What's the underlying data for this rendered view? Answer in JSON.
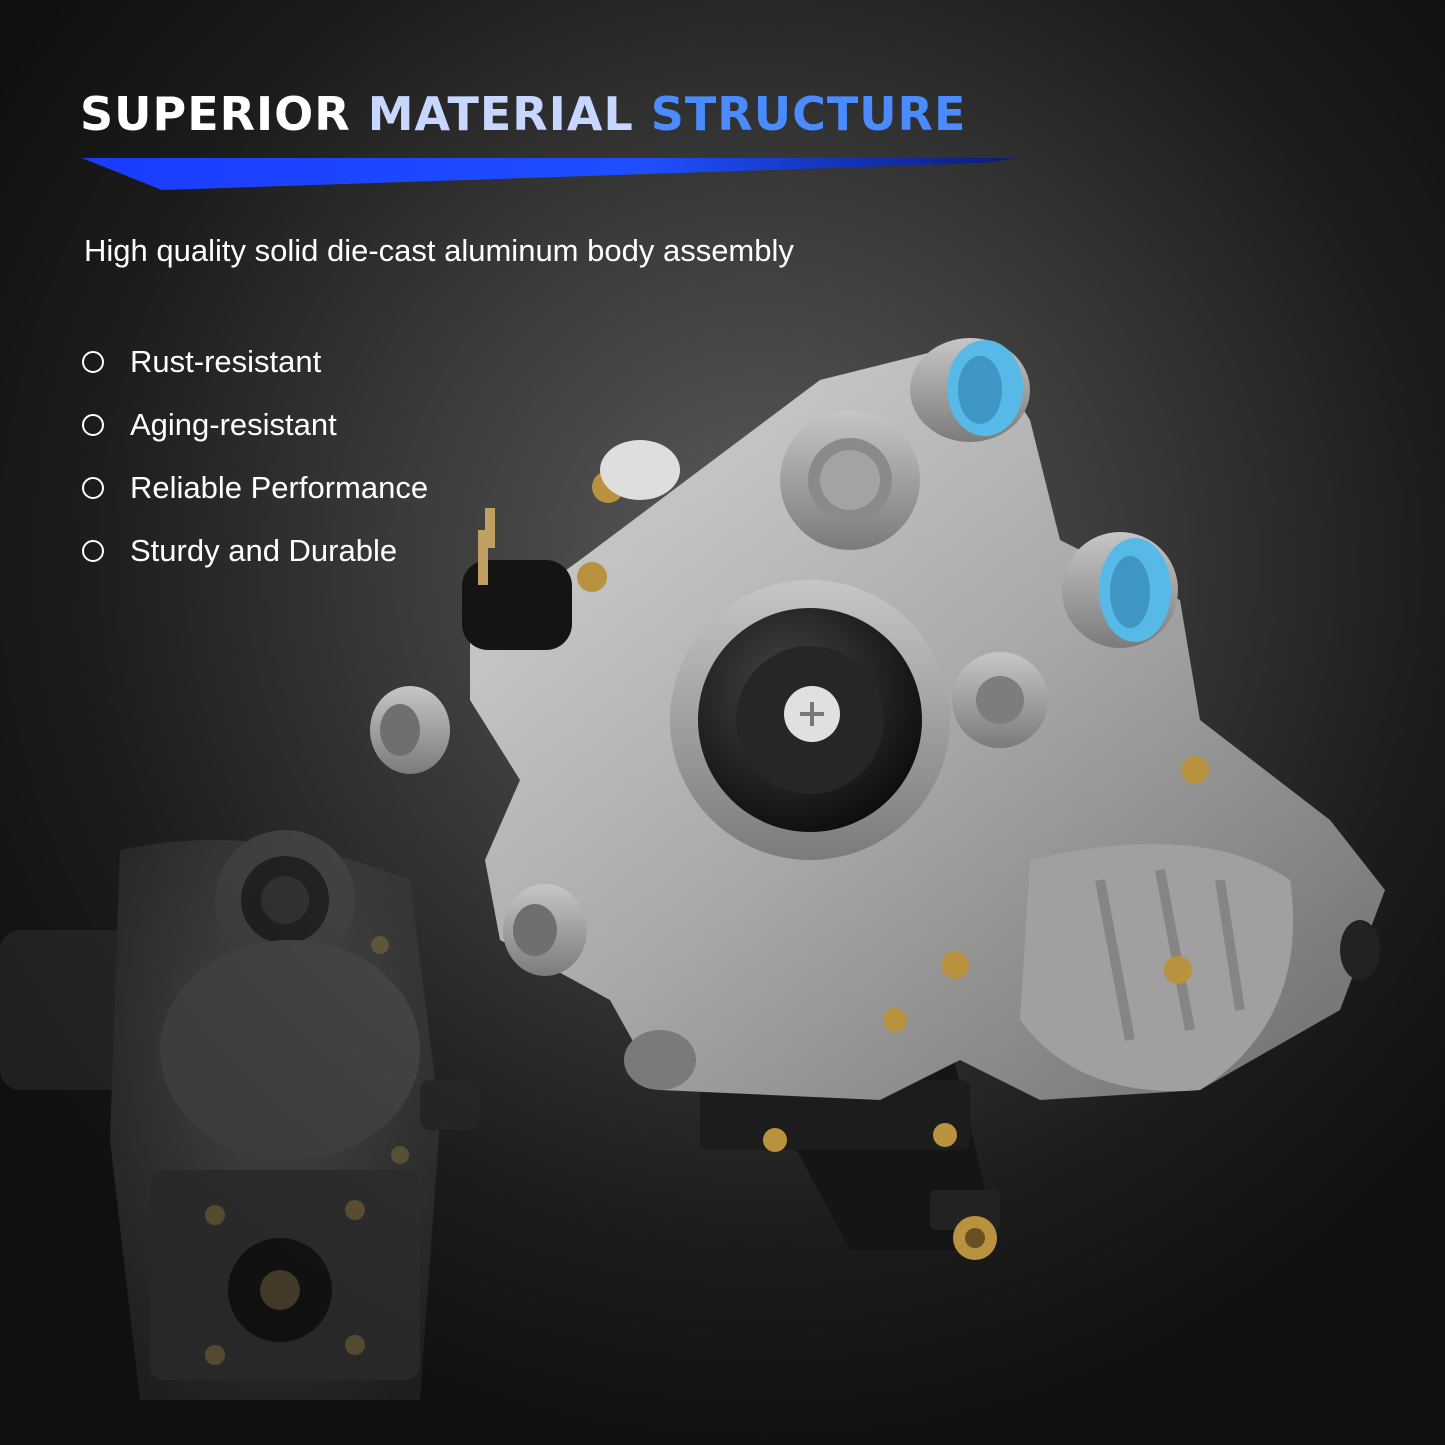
{
  "headline": {
    "word1": "SUPERIOR",
    "word2": "MATERIAL",
    "word3": "STRUCTURE"
  },
  "subtitle": "High quality solid die-cast aluminum body assembly",
  "features": [
    {
      "label": "Rust-resistant"
    },
    {
      "label": "Aging-resistant"
    },
    {
      "label": "Reliable Performance"
    },
    {
      "label": "Sturdy and Durable"
    }
  ],
  "bullet_icon": "circle-outline-icon",
  "colors": {
    "accent_blue": "#1f4fff",
    "headline_white": "#ffffff",
    "headline_blue": "#4a8cff",
    "port_cap": "#57b9e8"
  }
}
